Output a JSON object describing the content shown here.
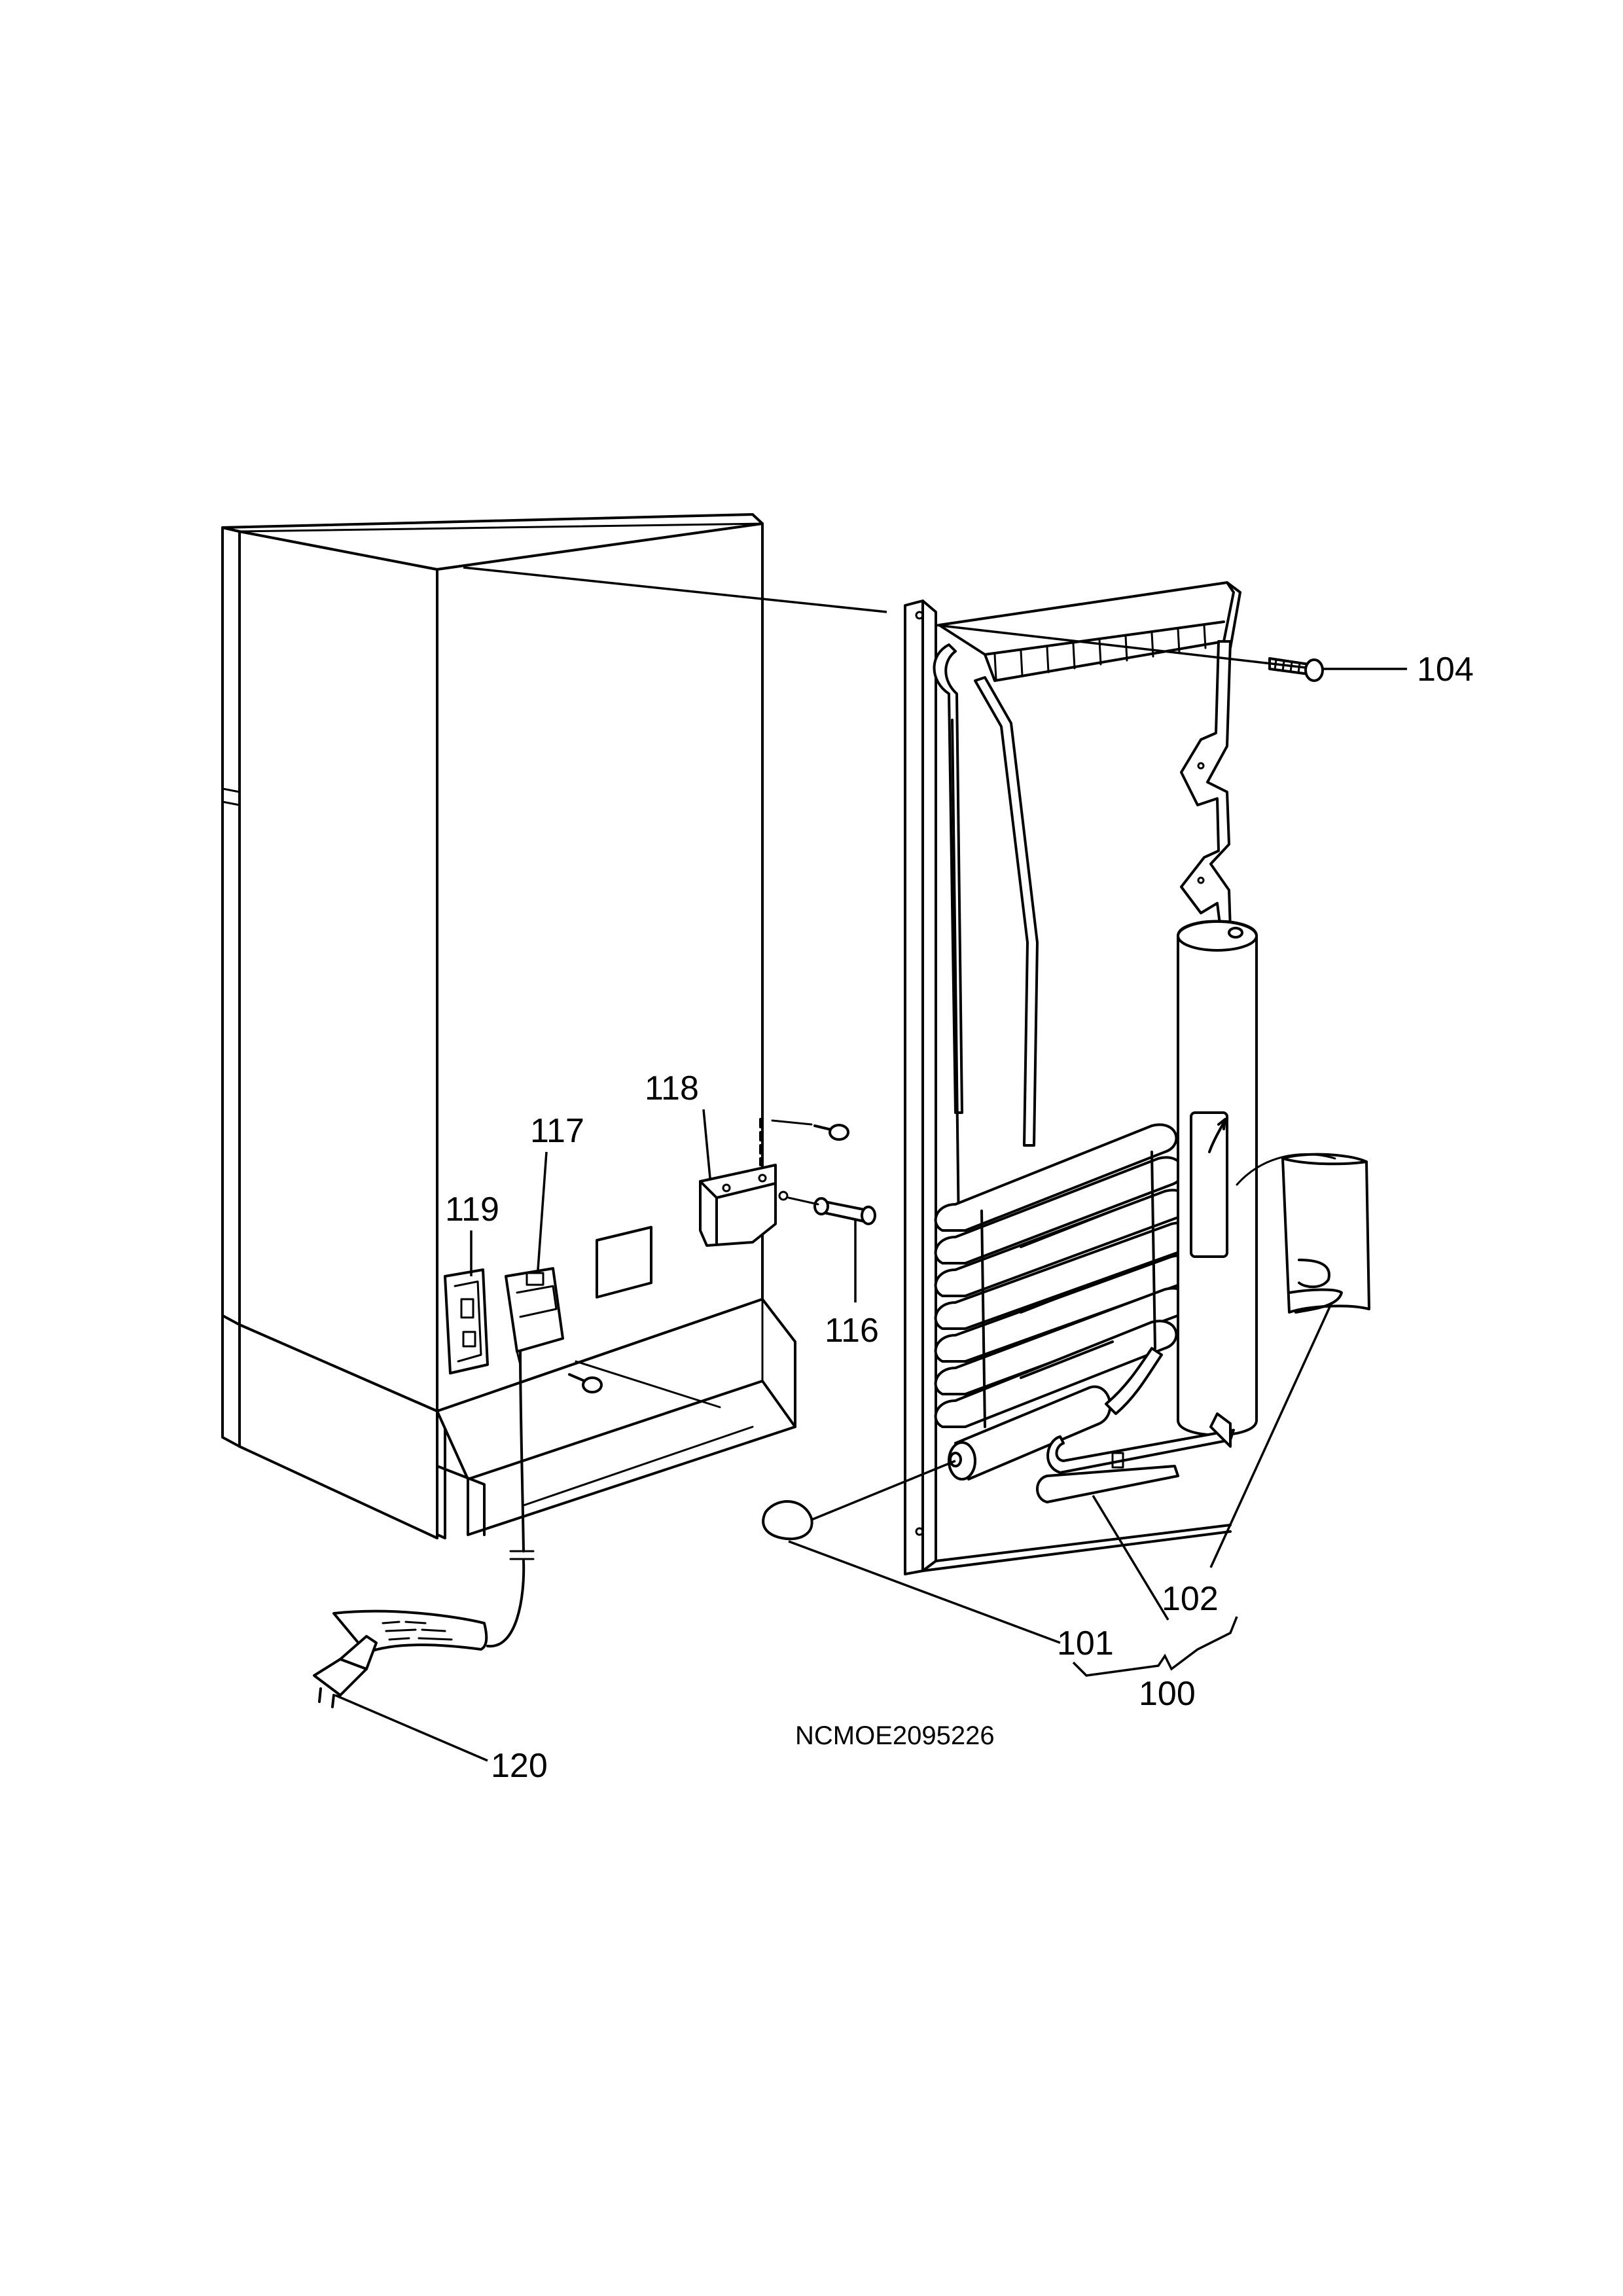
{
  "drawing_code": "NCMOE2095226",
  "callouts": {
    "c100": "100",
    "c101": "101",
    "c102": "102",
    "c104": "104",
    "c116": "116",
    "c117": "117",
    "c118": "118",
    "c119": "119",
    "c120": "120"
  }
}
